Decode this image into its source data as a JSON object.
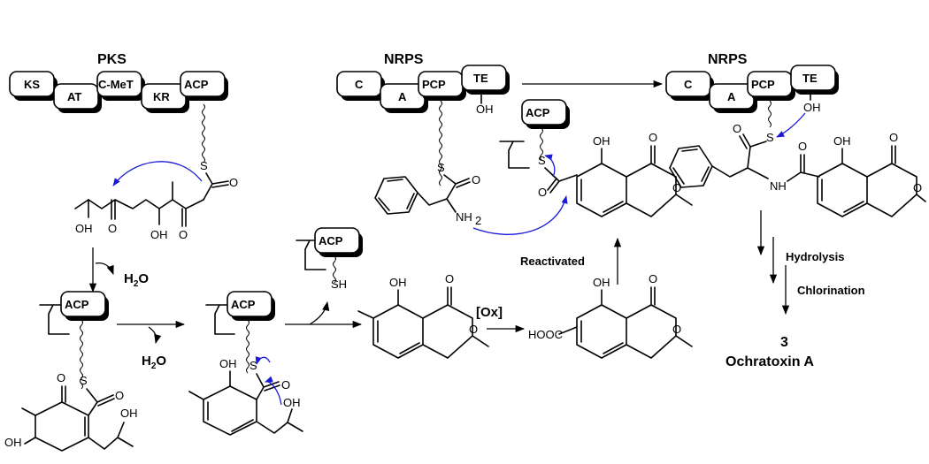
{
  "titles": {
    "pks": "PKS",
    "nrps1": "NRPS",
    "nrps2": "NRPS"
  },
  "domains": {
    "ks": "KS",
    "at": "AT",
    "cmet": "C-MeT",
    "kr": "KR",
    "acp": "ACP",
    "c": "C",
    "a": "A",
    "pcp": "PCP",
    "te": "TE"
  },
  "atoms": {
    "s": "S",
    "o": "O",
    "oh": "OH",
    "sh": "SH",
    "nh2": "NH",
    "nh2_sub": "2",
    "nh": "NH",
    "h2o": "H",
    "h2o_sub": "2",
    "h2o_o": "O",
    "hooc": "HOOC"
  },
  "steps": {
    "ox": "[Ox]",
    "reactivated": "Reactivated",
    "hydrolysis": "Hydrolysis",
    "chlorination": "Chlorination"
  },
  "product": {
    "number": "3",
    "name": "Ochratoxin A"
  },
  "colors": {
    "curly_arrow": "#1a1ad6",
    "ink": "#000000"
  }
}
